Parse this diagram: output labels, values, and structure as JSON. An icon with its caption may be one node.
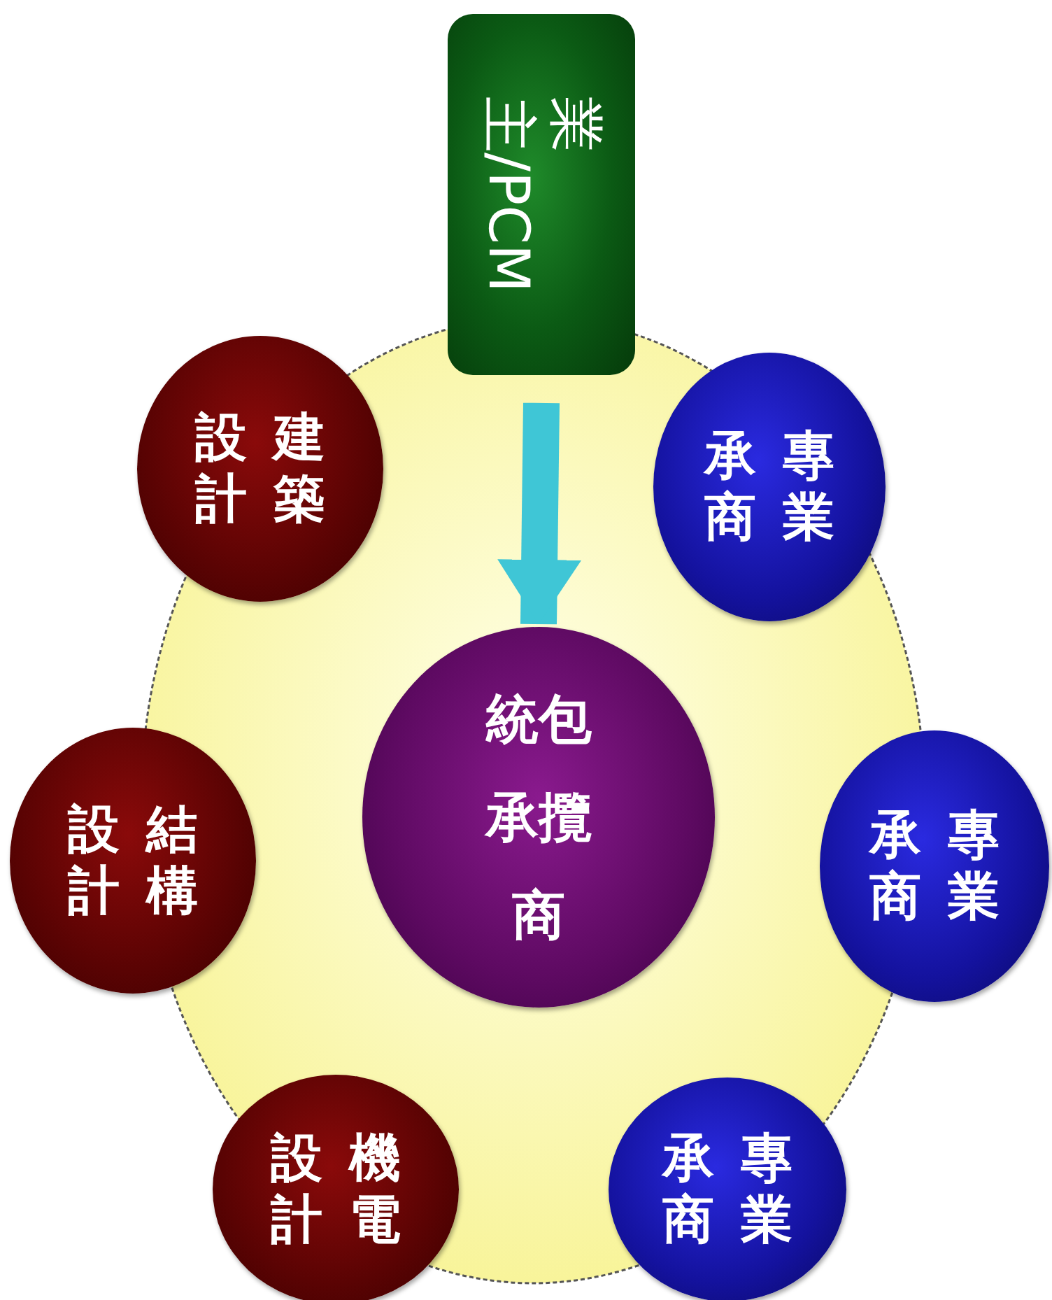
{
  "diagram": {
    "nodes": [
      {
        "text": [
          "業主/PCM"
        ]
      },
      {
        "text": [
          "建築設計"
        ]
      },
      {
        "text": [
          "專業承商"
        ]
      },
      {
        "text": [
          "統包承攬商"
        ]
      },
      {
        "text": [
          "結構設計"
        ]
      },
      {
        "text": [
          "專業承商"
        ]
      },
      {
        "text": [
          "機電設計"
        ]
      },
      {
        "text": [
          "專業承商"
        ]
      }
    ],
    "edges": [
      {
        "from": 0,
        "to": 3,
        "arrow": "to",
        "color": "#3fc6d6"
      }
    ]
  }
}
